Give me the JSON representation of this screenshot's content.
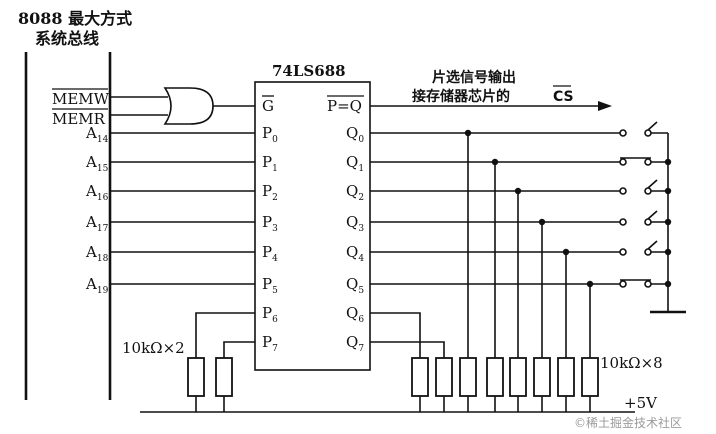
{
  "bus": {
    "title_line1": "8088 最大方式",
    "title_line2": "系统总线",
    "control_signals": [
      "MEMW",
      "MEMR"
    ],
    "address_lines": [
      {
        "base": "A",
        "sub": "14"
      },
      {
        "base": "A",
        "sub": "15"
      },
      {
        "base": "A",
        "sub": "16"
      },
      {
        "base": "A",
        "sub": "17"
      },
      {
        "base": "A",
        "sub": "18"
      },
      {
        "base": "A",
        "sub": "19"
      }
    ]
  },
  "chip": {
    "name": "74LS688",
    "gate_pin": "G",
    "output_pin": "P=Q",
    "p_pins": [
      {
        "base": "P",
        "sub": "0"
      },
      {
        "base": "P",
        "sub": "1"
      },
      {
        "base": "P",
        "sub": "2"
      },
      {
        "base": "P",
        "sub": "3"
      },
      {
        "base": "P",
        "sub": "4"
      },
      {
        "base": "P",
        "sub": "5"
      },
      {
        "base": "P",
        "sub": "6"
      },
      {
        "base": "P",
        "sub": "7"
      }
    ],
    "q_pins": [
      {
        "base": "Q",
        "sub": "0"
      },
      {
        "base": "Q",
        "sub": "1"
      },
      {
        "base": "Q",
        "sub": "2"
      },
      {
        "base": "Q",
        "sub": "3"
      },
      {
        "base": "Q",
        "sub": "4"
      },
      {
        "base": "Q",
        "sub": "5"
      },
      {
        "base": "Q",
        "sub": "6"
      },
      {
        "base": "Q",
        "sub": "7"
      }
    ]
  },
  "output_note": {
    "line1": "片选信号输出",
    "line2_prefix": "接存储器芯片的",
    "line2_signal": "CS"
  },
  "resistors": {
    "left_label": "10kΩ×2",
    "right_label": "10kΩ×8"
  },
  "power_label": "+5V",
  "switches": {
    "closed": [
      false,
      true,
      false,
      false,
      false,
      true
    ]
  },
  "watermark": "©稀土掘金技术社区"
}
